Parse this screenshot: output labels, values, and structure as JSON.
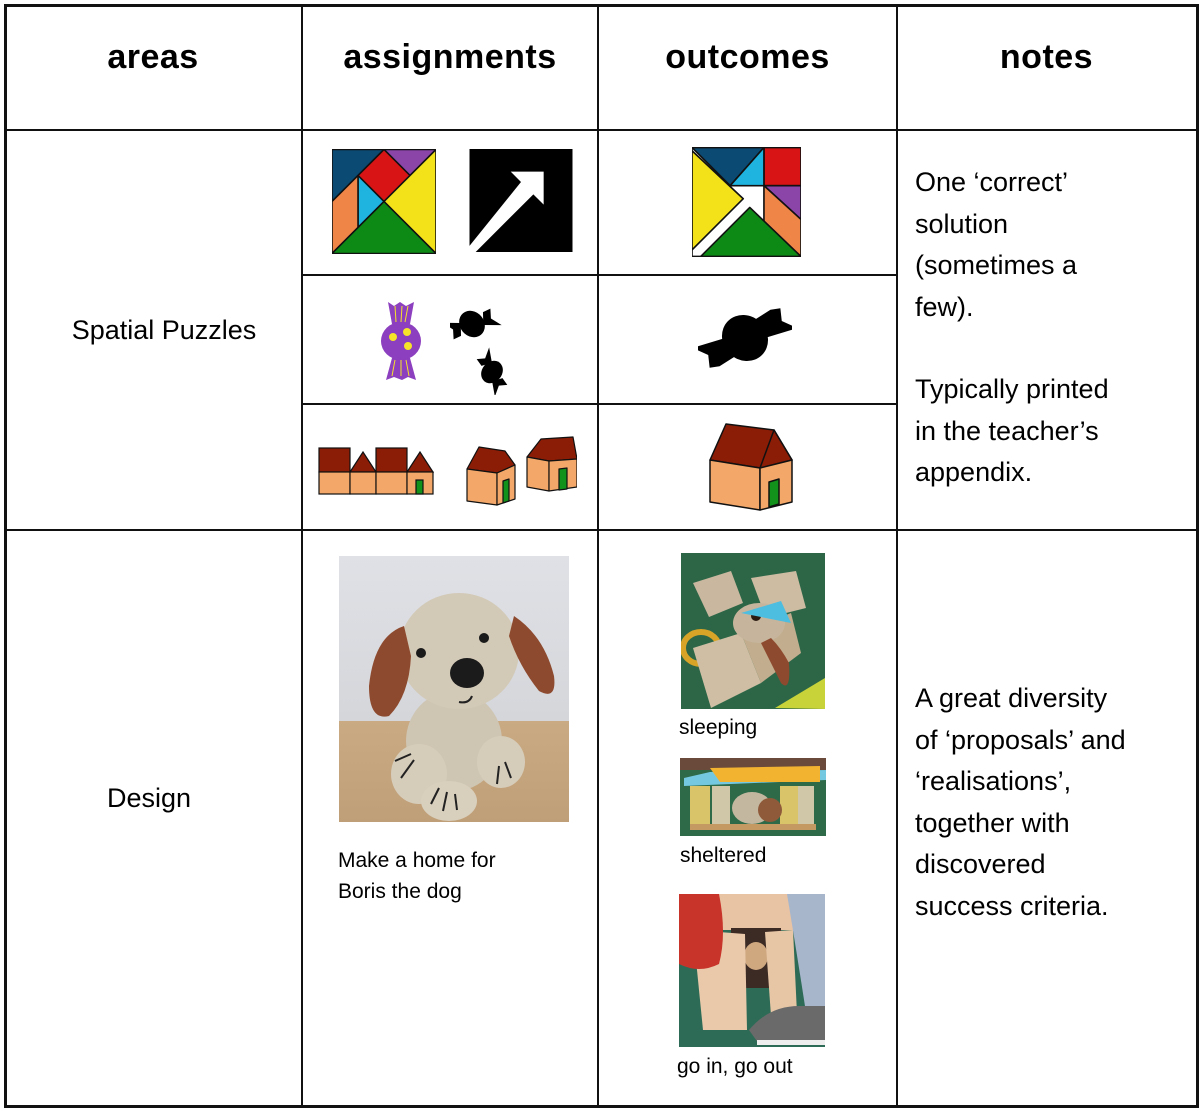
{
  "table": {
    "headers": [
      "areas",
      "assignments",
      "outcomes",
      "notes"
    ],
    "rows": [
      {
        "area": "Spatial Puzzles",
        "subrows": [
          {
            "assignment_icons": [
              "tangram-square-icon",
              "arrow-silhouette-icon"
            ],
            "outcome_icon": "tangram-arrow-solution-icon"
          },
          {
            "assignment_icons": [
              "purple-candy-icon",
              "candy-silhouettes-icon"
            ],
            "outcome_icon": "candy-silhouette-solution-icon"
          },
          {
            "assignment_icons": [
              "house-pieces-row-icon",
              "two-houses-icon"
            ],
            "outcome_icon": "house-solution-icon"
          }
        ],
        "notes": {
          "paragraph_1": [
            "One ‘correct’",
            "solution",
            "(sometimes a",
            "few)."
          ],
          "paragraph_2": [
            "Typically printed",
            "in the teacher’s",
            "appendix."
          ]
        }
      },
      {
        "area": "Design",
        "assignment": {
          "image": "crochet-dog-photo",
          "caption": [
            "Make a home for",
            "Boris the dog"
          ]
        },
        "outcomes": [
          {
            "image": "sleeping-photo",
            "caption": "sleeping"
          },
          {
            "image": "sheltered-photo",
            "caption": "sheltered"
          },
          {
            "image": "go-in-go-out-photo",
            "caption": "go in, go out"
          }
        ],
        "notes": [
          "A great diversity",
          "of ‘proposals’ and",
          "‘realisations’,",
          "together with",
          "discovered",
          "success criteria."
        ]
      }
    ]
  },
  "colors": {
    "tangram_navy": "#0b4a72",
    "tangram_red": "#d81414",
    "tangram_purple": "#8b44a8",
    "tangram_yellow": "#f3e21a",
    "tangram_cyan": "#1fb4e0",
    "tangram_orange": "#f08548",
    "tangram_green": "#0d8a16",
    "roof_brown": "#8b1c06",
    "wall_peach": "#f3a86a",
    "door_green": "#12921a",
    "candy_purple": "#8c3fbf",
    "candy_dot_yellow": "#f5e42a"
  }
}
